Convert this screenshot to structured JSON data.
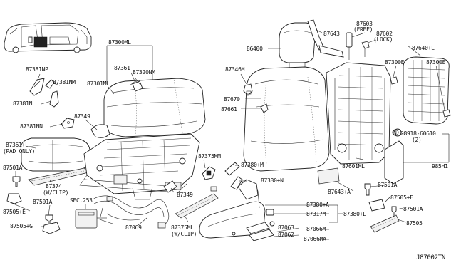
{
  "diagram_id": "J87002TN",
  "labels": {
    "l87300ML": "87300ML",
    "l87361": "87361",
    "l87320NM": "87320NM",
    "l87301ML": "87301ML",
    "l87381NP": "87381NP",
    "l87381NM": "87381NM",
    "l87381NL": "87381NL",
    "l87349a": "87349",
    "l87381NN": "87381NN",
    "l87361L": "87361+L",
    "l87361L_note": "(PAD ONLY)",
    "l87501Aa": "87501A",
    "l87374": "87374",
    "l87374_note": "(W/CLIP)",
    "l87505E": "87505+E",
    "l87501Ab": "87501A",
    "l87505G": "87505+G",
    "lSEC253": "SEC.253",
    "l87069": "87069",
    "l87375MM": "87375MM",
    "l87380M": "87380+M",
    "l87380N": "87380+N",
    "l87349b": "87349",
    "l87375ML": "87375ML",
    "l87375ML_note": "(W/CLIP)",
    "l86400": "86400",
    "l87346M": "87346M",
    "l87670": "87670",
    "l87661": "87661",
    "l87643": "87643",
    "l87603": "87603",
    "l87603_note": "(FREE)",
    "l87602": "87602",
    "l87602_note": "(LOCK)",
    "l87640L": "87640+L",
    "l87300Ea": "87300E",
    "l87300Eb": "87300E",
    "l08918": "08918-60610",
    "l08918_qty": "(2)",
    "l985H1": "985H1",
    "l87601ML": "87601ML",
    "l87643A": "87643+A",
    "l87501Ac": "87501A",
    "l87505F": "87505+F",
    "l87501Ad": "87501A",
    "l87505": "87505",
    "l87380A": "87380+A",
    "l87317M": "87317M",
    "l87380L": "87380+L",
    "l87063": "87063",
    "l87066M": "87066M",
    "l87062": "87062",
    "l87066MA": "87066MA",
    "callout_N": "N"
  }
}
